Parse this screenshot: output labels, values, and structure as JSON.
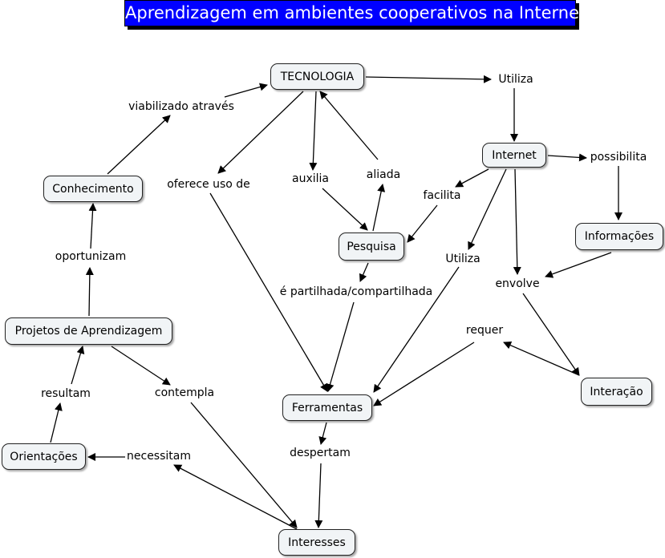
{
  "title": "Aprendizagem em ambientes cooperativos na Internet",
  "nodes": {
    "tecnologia": "TECNOLOGIA",
    "internet": "Internet",
    "conhecimento": "Conhecimento",
    "pesquisa": "Pesquisa",
    "informacoes": "Informações",
    "projetos": "Projetos de Aprendizagem",
    "ferramentas": "Ferramentas",
    "interacao": "Interação",
    "orientacoes": "Orientações",
    "interesses": "Interesses"
  },
  "links": {
    "utiliza_top": "Utiliza",
    "viabilizado": "viabilizado através",
    "possibilita": "possibilita",
    "oferece": "oferece uso de",
    "auxilia": "auxilia",
    "aliada": "aliada",
    "facilita": "facilita",
    "oportunizam": "oportunizam",
    "utiliza_mid": "Utiliza",
    "envolve": "envolve",
    "partilhada": "é partilhada/compartilhada",
    "requer": "requer",
    "resultam": "resultam",
    "contempla": "contempla",
    "necessitam": "necessitam",
    "despertam": "despertam"
  }
}
